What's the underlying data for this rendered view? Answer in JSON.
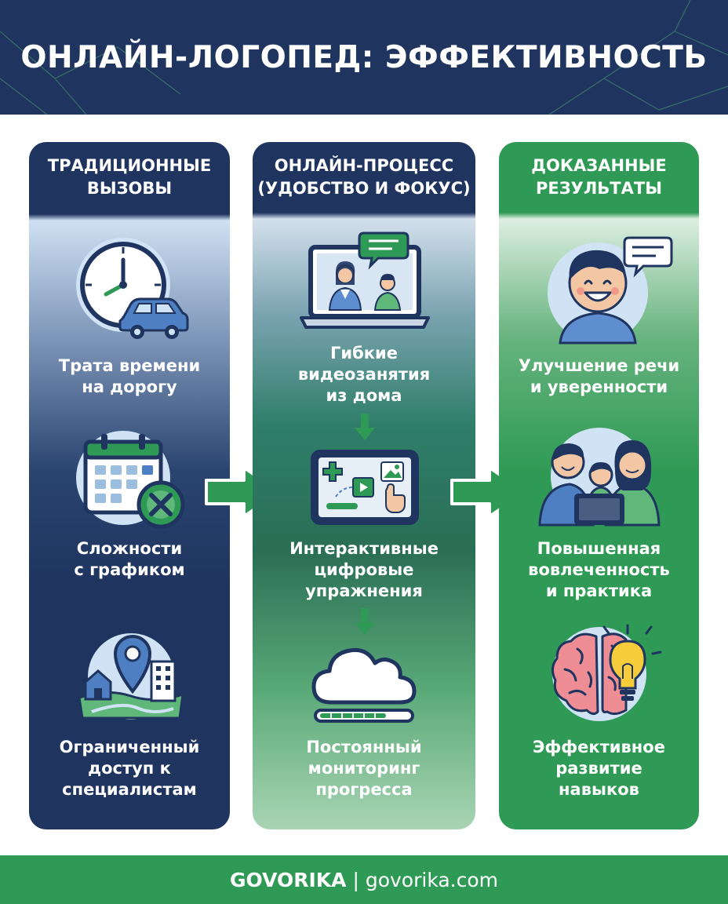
{
  "header": {
    "title": "ОНЛАЙН-ЛОГОПЕД: ЭФФЕКТИВНОСТЬ"
  },
  "columns": [
    {
      "heading": "ТРАДИЦИОННЫЕ\nВЫЗОВЫ",
      "items": [
        {
          "label": "Трата времени\nна дорогу",
          "icon": "clock-car-icon"
        },
        {
          "label": "Сложности\nс графиком",
          "icon": "calendar-cancel-icon"
        },
        {
          "label": "Ограниченный\nдоступ к\nспециалистам",
          "icon": "map-pin-city-icon"
        }
      ]
    },
    {
      "heading": "ОНЛАЙН-ПРОЦЕСС\n(УДОБСТВО И ФОКУС)",
      "items": [
        {
          "label": "Гибкие\nвидеозанятия\nиз дома",
          "icon": "laptop-video-call-icon"
        },
        {
          "label": "Интерактивные\nцифровые\nупражнения",
          "icon": "tablet-interactive-icon"
        },
        {
          "label": "Постоянный\nмониторинг\nпрогресса",
          "icon": "cloud-progress-icon"
        }
      ]
    },
    {
      "heading": "ДОКАЗАННЫЕ\nРЕЗУЛЬТАТЫ",
      "items": [
        {
          "label": "Улучшение речи\nи уверенности",
          "icon": "happy-child-speech-icon"
        },
        {
          "label": "Повышенная\nвовлеченность\nи практика",
          "icon": "family-tablet-icon"
        },
        {
          "label": "Эффективное\nразвитие\nнавыков",
          "icon": "brain-lightbulb-icon"
        }
      ]
    }
  ],
  "footer": {
    "brand": "GOVORIKA",
    "separator": " | ",
    "site": "govorika.com"
  },
  "colors": {
    "navy": "#1f3560",
    "green": "#2f9a55",
    "white": "#ffffff"
  }
}
